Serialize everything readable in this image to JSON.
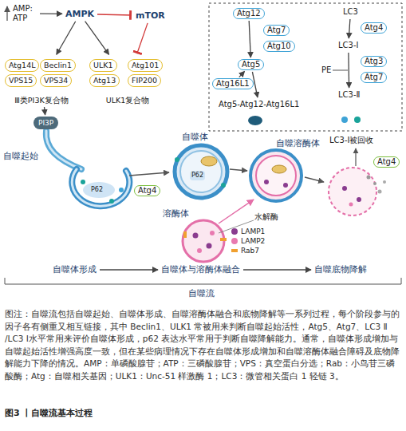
{
  "diagram": {
    "title": "图3 丨自噬流基本过程",
    "caption": "图注：自噬流包括自噬起始、自噬体形成、自噬溶酶体融合和底物降解等一系列过程，每个阶段参与的因子各有侧重又相互链接，其中 Beclin1、ULK1 常被用来判断自噬起始活性，Atg5、Atg7、LC3 Ⅱ /LC3 Ⅰ水平常用来评价自噬体形成，p62 表达水平常用于判断自噬降解能力。通常，自噬体形成增加与自噬起始活性增强高度一致，但在某些病理情况下存在自噬体形成增加和自噬溶酶体融合障碍及底物降解能力下降的情况。AMP：单磷酸腺苷；ATP：三磷酸腺苷；VPS：真空蛋白分选；Rab：小鸟苷三磷酸酶；Atg：自噬相关基因；ULK1：Unc-51 样激酶 1；LC3：微管相关蛋白 1 轻链 3。",
    "nodes": [
      {
        "text": [
          "AMP: ATP"
        ]
      },
      {
        "text": [
          "AMPK"
        ]
      },
      {
        "text": [
          "mTOR"
        ]
      },
      {
        "text": [
          "Ⅲ类PI3K复合物"
        ]
      },
      {
        "text": [
          "Atg14L"
        ],
        "in": 3
      },
      {
        "text": [
          "Beclin1"
        ],
        "in": 3
      },
      {
        "text": [
          "VPS15"
        ],
        "in": 3
      },
      {
        "text": [
          "VPS34"
        ],
        "in": 3
      },
      {
        "text": [
          "ULK1复合物"
        ]
      },
      {
        "text": [
          "ULK1"
        ],
        "in": 8
      },
      {
        "text": [
          "Atg101"
        ],
        "in": 8
      },
      {
        "text": [
          "Atg13"
        ],
        "in": 8
      },
      {
        "text": [
          "FIP200"
        ],
        "in": 8
      },
      {
        "text": [
          "PI3P"
        ]
      },
      {
        "text": [
          "Atg12"
        ]
      },
      {
        "text": [
          "Atg7"
        ]
      },
      {
        "text": [
          "Atg10"
        ]
      },
      {
        "text": [
          "Atg5"
        ]
      },
      {
        "text": [
          "Atg16L1"
        ]
      },
      {
        "text": [
          "Atg5-Atg12-Atg16L1"
        ]
      },
      {
        "text": [
          "LC3"
        ]
      },
      {
        "text": [
          "Atg4"
        ]
      },
      {
        "text": [
          "LC3-Ⅰ"
        ]
      },
      {
        "text": [
          "Atg3"
        ]
      },
      {
        "text": [
          "Atg7"
        ]
      },
      {
        "text": [
          "LC3-Ⅱ"
        ]
      },
      {
        "text": [
          "Atg4"
        ]
      },
      {
        "text": [
          "Atg4"
        ]
      },
      {
        "text": [
          "自噬体形成"
        ]
      },
      {
        "text": [
          "自噬体与溶酶体融合"
        ]
      },
      {
        "text": [
          "自噬底物降解"
        ]
      }
    ],
    "edges": [
      {
        "from": 0,
        "to": 1,
        "arrow": "to"
      },
      {
        "from": 1,
        "to": 2,
        "arrow": "to"
      },
      {
        "from": 1,
        "to": 3,
        "arrow": "to"
      },
      {
        "from": 1,
        "to": 8,
        "arrow": "to"
      },
      {
        "from": 2,
        "to": 8,
        "arrow": "to"
      },
      {
        "from": 3,
        "to": 13,
        "arrow": "to"
      },
      {
        "from": 14,
        "to": 17,
        "arrow": "to"
      },
      {
        "from": 18,
        "to": 17,
        "arrow": "to"
      },
      {
        "from": 17,
        "to": 19,
        "arrow": "to"
      },
      {
        "from": 20,
        "to": 22,
        "arrow": "to"
      },
      {
        "from": 22,
        "to": 25,
        "arrow": "to"
      },
      {
        "from": 28,
        "to": 29,
        "arrow": "to"
      },
      {
        "from": 29,
        "to": 30,
        "arrow": "to"
      }
    ],
    "labels": [
      "自噬起始",
      "自噬体",
      "P62",
      "P62",
      "溶酶体",
      "水解酶",
      "自噬溶酶体",
      "LC3-Ⅰ被回收",
      "PE",
      "自噬流"
    ],
    "legend": [
      {
        "text": "LAMP1",
        "color": "#8a3c8f"
      },
      {
        "text": "LAMP2",
        "color": "#e87ab0"
      },
      {
        "text": "Rab7",
        "color": "#f0a030"
      }
    ]
  }
}
